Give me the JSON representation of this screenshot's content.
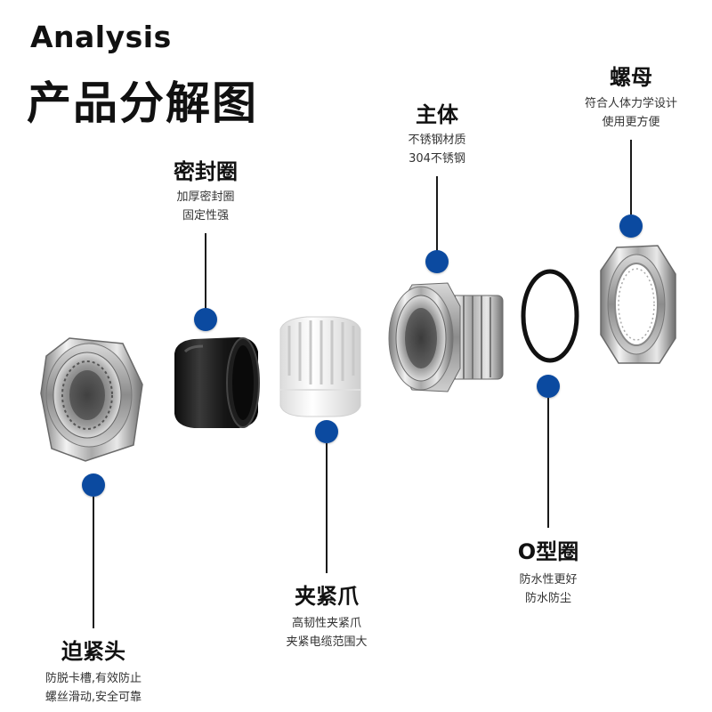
{
  "header": {
    "title_en": "Analysis",
    "title_cn": "产品分解图"
  },
  "labels": {
    "seal": {
      "title": "密封圈",
      "lines": [
        "加厚密封圈",
        "固定性强"
      ]
    },
    "body": {
      "title": "主体",
      "lines": [
        "不锈钢材质",
        "304不锈钢"
      ]
    },
    "nut": {
      "title": "螺母",
      "lines": [
        "符合人体力学设计",
        "使用更方便"
      ]
    },
    "cap": {
      "title": "迫紧头",
      "lines": [
        "防脱卡槽,有效防止",
        "螺丝滑动,安全可靠"
      ]
    },
    "claw": {
      "title": "夹紧爪",
      "lines": [
        "高韧性夹紧爪",
        "夹紧电缆范围大"
      ]
    },
    "oring": {
      "title": "O型圈",
      "lines": [
        "防水性更好",
        "防水防尘"
      ]
    }
  },
  "colors": {
    "accent_dot": "#0b4aa0",
    "metal_light": "#e6e6e6",
    "metal_dark": "#8a8a8a",
    "seal_black": "#151515",
    "claw_white": "#f5f5f5"
  },
  "icons": {
    "cap_part": "cap-nut-image",
    "seal_part": "rubber-seal-image",
    "claw_part": "clamping-claw-image",
    "body_part": "threaded-body-image",
    "oring_part": "o-ring-image",
    "nut_part": "hex-nut-image"
  }
}
